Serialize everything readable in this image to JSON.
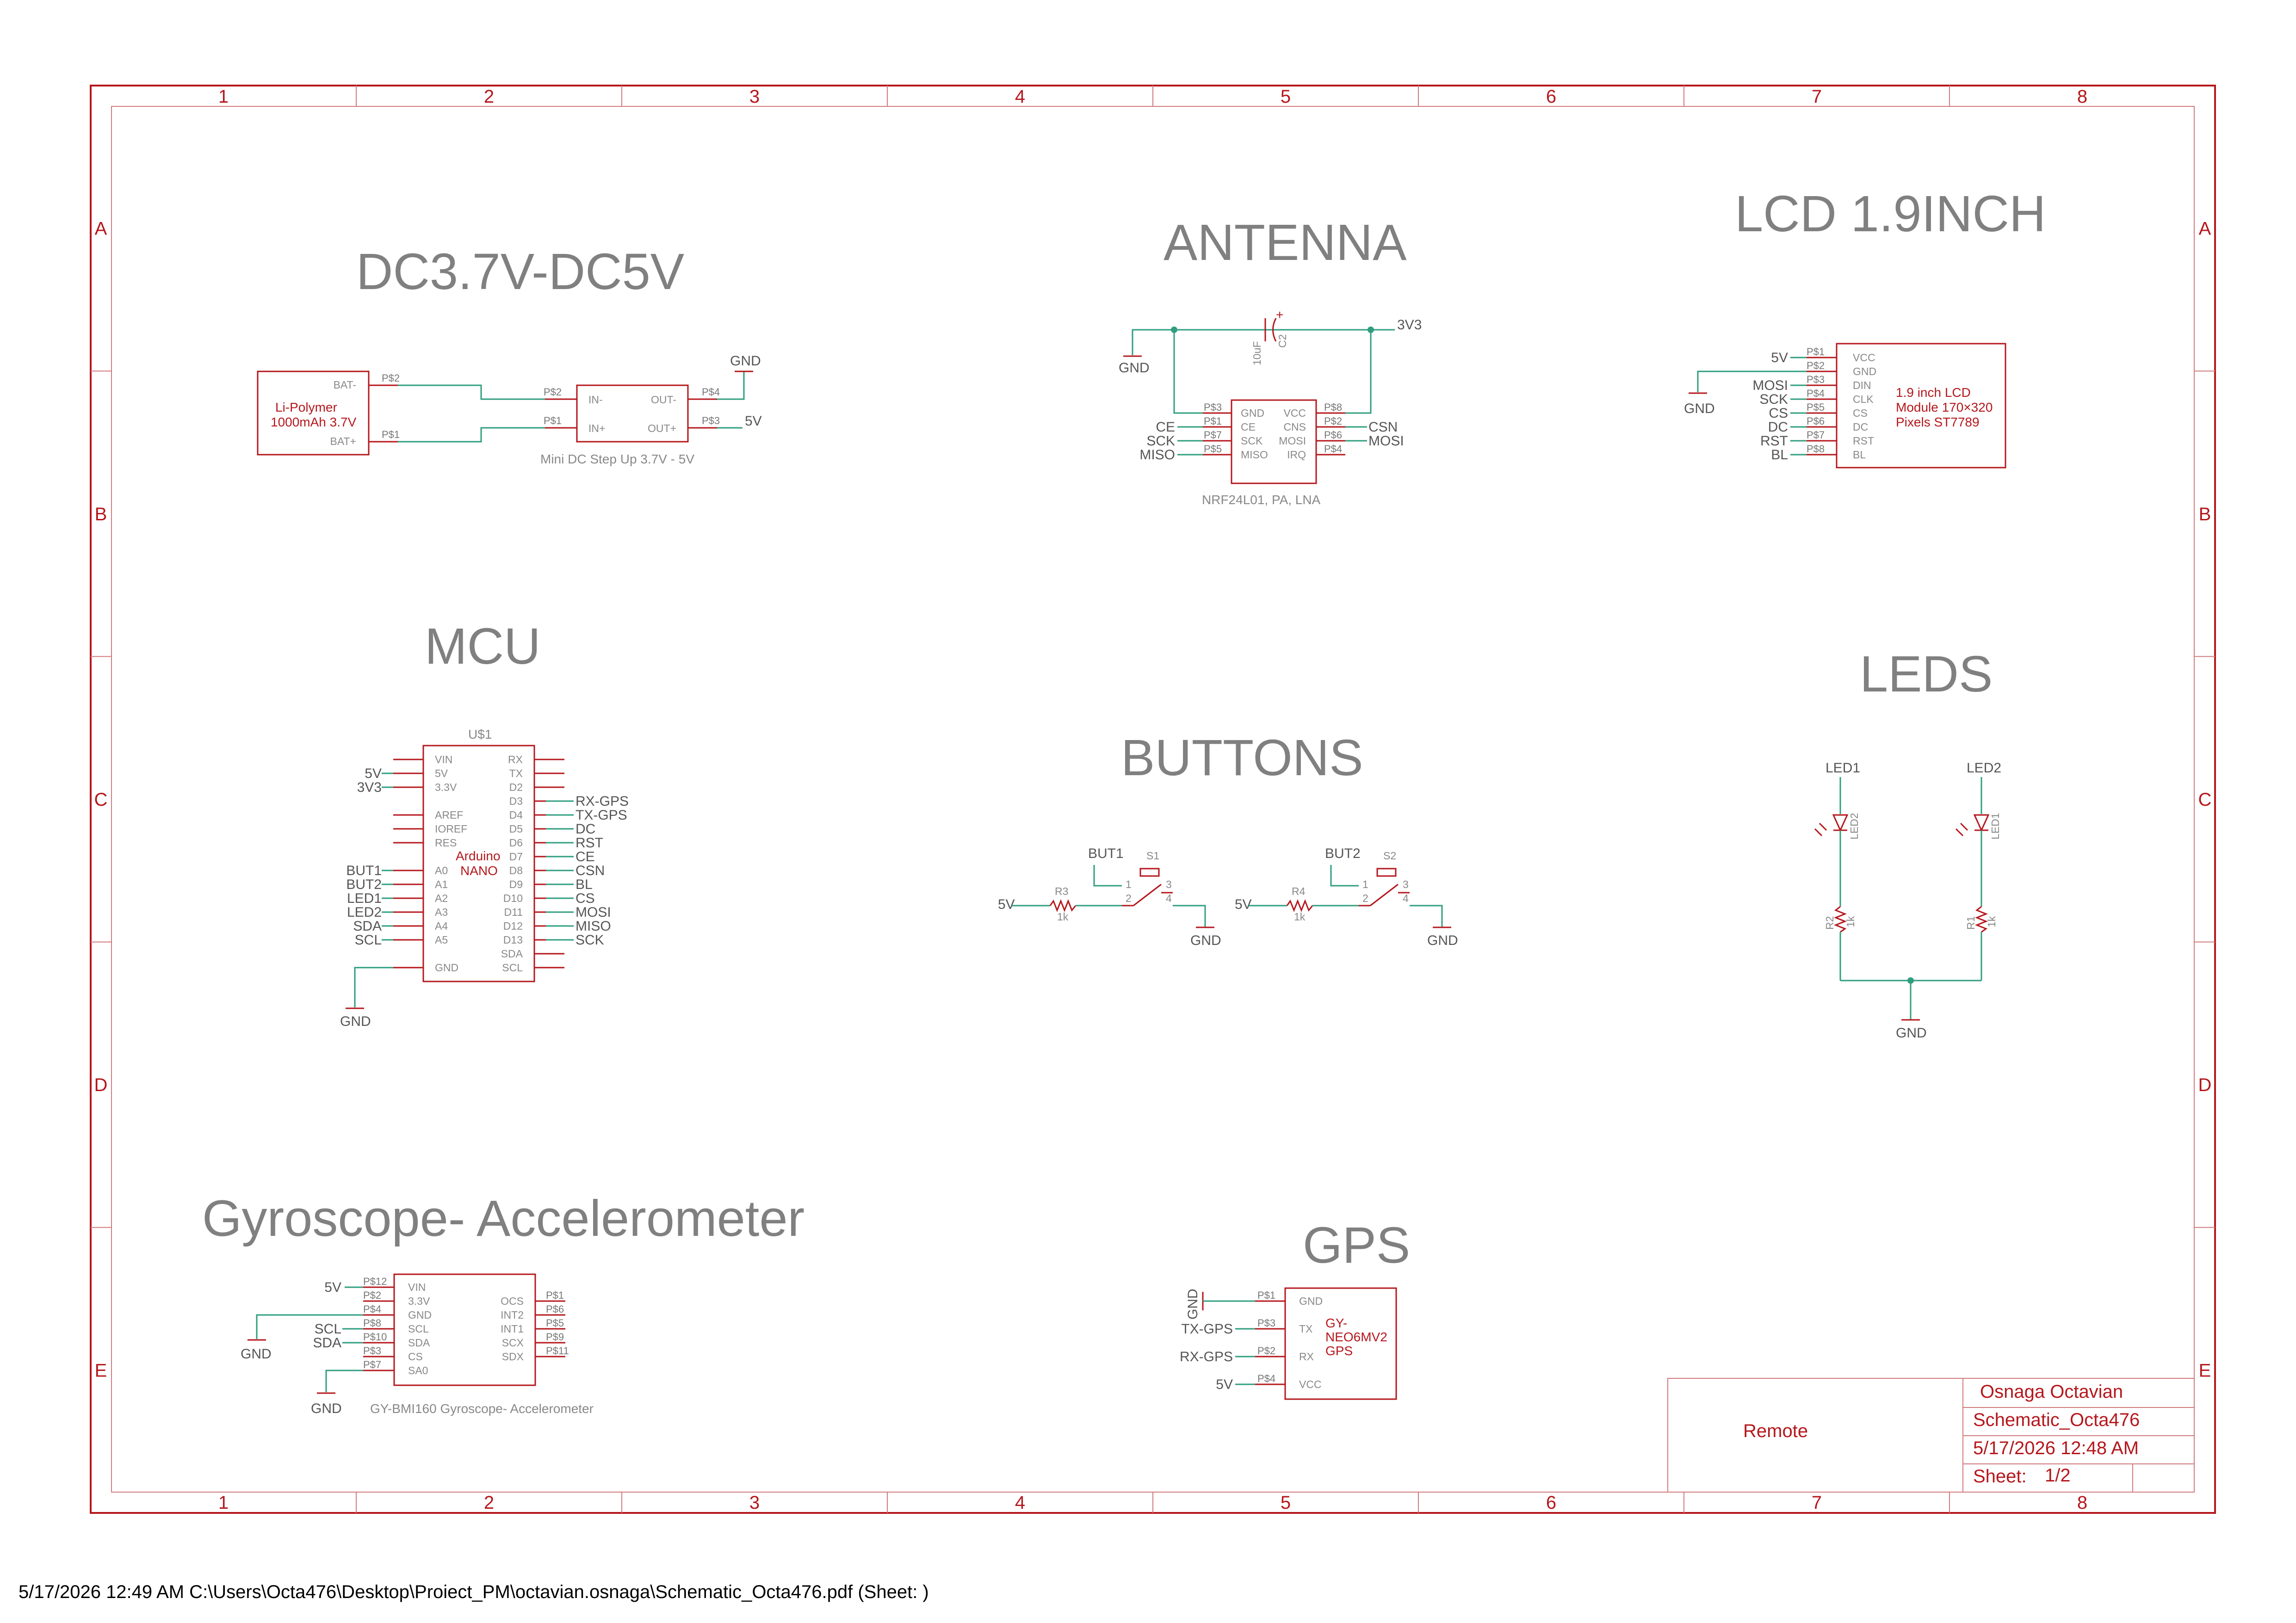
{
  "sheet": {
    "zones_x": [
      "1",
      "2",
      "3",
      "4",
      "5",
      "6",
      "7",
      "8"
    ],
    "zones_y": [
      "A",
      "B",
      "C",
      "D",
      "E"
    ],
    "colors": {
      "frame": "#b5171c",
      "wire": "#2e9e7f",
      "text": "#808080"
    }
  },
  "sections": {
    "power": "DC3.7V-DC5V",
    "antenna": "ANTENNA",
    "lcd": "LCD 1.9INCH",
    "mcu": "MCU",
    "buttons": "BUTTONS",
    "leds": "LEDS",
    "gyro": "Gyroscope- Accelerometer",
    "gps": "GPS"
  },
  "battery": {
    "name_line1": "Li-Polymer",
    "name_line2": "1000mAh 3.7V",
    "pin_neg": "BAT-",
    "pin_pos": "BAT+",
    "pad_neg": "P$2",
    "pad_pos": "P$1"
  },
  "stepup": {
    "caption": "Mini DC Step Up 3.7V - 5V",
    "pins": {
      "in_neg": "IN-",
      "in_pos": "IN+",
      "out_neg": "OUT-",
      "out_pos": "OUT+"
    },
    "pads": {
      "in_neg": "P$2",
      "in_pos": "P$1",
      "out_neg": "P$4",
      "out_pos": "P$3"
    },
    "net_gnd": "GND",
    "net_5v": "5V"
  },
  "radio": {
    "caption": "NRF24L01, PA, LNA",
    "left_pins": [
      "GND",
      "CE",
      "SCK",
      "MISO"
    ],
    "right_pins": [
      "VCC",
      "CNS",
      "MOSI",
      "IRQ"
    ],
    "left_pads": [
      "P$3",
      "P$1",
      "P$7",
      "P$5"
    ],
    "right_pads": [
      "P$8",
      "P$2",
      "P$6",
      "P$4"
    ],
    "left_nets": [
      "CE",
      "SCK",
      "MISO"
    ],
    "right_nets": [
      "CSN",
      "MOSI"
    ],
    "net_gnd": "GND",
    "net_3v3": "3V3",
    "cap_value": "10uF",
    "cap_ref": "C2",
    "cap_plus": "+"
  },
  "lcd": {
    "name_line1": "1.9 inch LCD",
    "name_line2": "Module 170×320",
    "name_line3": "Pixels ST7789",
    "pins": [
      "VCC",
      "GND",
      "DIN",
      "CLK",
      "CS",
      "DC",
      "RST",
      "BL"
    ],
    "pads": [
      "P$1",
      "P$2",
      "P$3",
      "P$4",
      "P$5",
      "P$6",
      "P$7",
      "P$8"
    ],
    "nets": [
      "5V",
      "",
      "MOSI",
      "SCK",
      "CS",
      "DC",
      "RST",
      "BL"
    ],
    "net_gnd": "GND"
  },
  "mcu": {
    "ref": "U$1",
    "name_line1": "Arduino",
    "name_line2": "NANO",
    "left_pins": [
      "VIN",
      "5V",
      "3.3V",
      "",
      "AREF",
      "IOREF",
      "RES",
      "",
      "A0",
      "A1",
      "A2",
      "A3",
      "A4",
      "A5",
      "",
      "GND"
    ],
    "right_pins": [
      "RX",
      "TX",
      "D2",
      "D3",
      "D4",
      "D5",
      "D6",
      "D7",
      "D8",
      "D9",
      "D10",
      "D11",
      "D12",
      "D13",
      "SDA",
      "SCL"
    ],
    "left_nets": [
      "",
      "5V",
      "3V3",
      "",
      "",
      "",
      "",
      "",
      "BUT1",
      "BUT2",
      "LED1",
      "LED2",
      "SDA",
      "SCL",
      "",
      ""
    ],
    "right_nets": [
      "",
      "",
      "",
      "RX-GPS",
      "TX-GPS",
      "DC",
      "RST",
      "CE",
      "CSN",
      "BL",
      "CS",
      "MOSI",
      "MISO",
      "SCK",
      "",
      ""
    ],
    "net_gnd": "GND"
  },
  "buttons": [
    {
      "net": "BUT1",
      "switch_ref": "S1",
      "res_ref": "R3",
      "res_val": "1k",
      "supply": "5V",
      "gnd": "GND",
      "pin1": "1",
      "pin2": "2",
      "pin3": "3",
      "pin4": "4"
    },
    {
      "net": "BUT2",
      "switch_ref": "S2",
      "res_ref": "R4",
      "res_val": "1k",
      "supply": "5V",
      "gnd": "GND",
      "pin1": "1",
      "pin2": "2",
      "pin3": "3",
      "pin4": "4"
    }
  ],
  "leds": [
    {
      "net": "LED1",
      "led_ref": "LED2",
      "res_ref": "R2",
      "res_val": "1k"
    },
    {
      "net": "LED2",
      "led_ref": "LED1",
      "res_ref": "R1",
      "res_val": "1k"
    }
  ],
  "leds_gnd": "GND",
  "gyro": {
    "caption": "GY-BMI160 Gyroscope- Accelerometer",
    "left_pins": [
      "VIN",
      "3.3V",
      "GND",
      "SCL",
      "SDA",
      "CS",
      "SA0"
    ],
    "left_pads": [
      "P$12",
      "P$2",
      "P$4",
      "P$8",
      "P$10",
      "P$3",
      "P$7"
    ],
    "left_nets": [
      "5V",
      "",
      "",
      "SCL",
      "SDA",
      "",
      ""
    ],
    "right_pins": [
      "OCS",
      "INT2",
      "INT1",
      "SCX",
      "SDX"
    ],
    "right_pads": [
      "P$1",
      "P$6",
      "P$5",
      "P$9",
      "P$11"
    ],
    "gnd1": "GND",
    "gnd2": "GND"
  },
  "gps": {
    "name_line1": "GY-",
    "name_line2": "NEO6MV2",
    "name_line3": "GPS",
    "pins": [
      "GND",
      "TX",
      "RX",
      "VCC"
    ],
    "pads": [
      "P$1",
      "P$3",
      "P$2",
      "P$4"
    ],
    "nets": [
      "GND",
      "TX-GPS",
      "RX-GPS",
      "5V"
    ]
  },
  "titleblock": {
    "project": "Remote",
    "author": "Osnaga Octavian",
    "file": "Schematic_Octa476",
    "datetime": "5/17/2026 12:48 AM",
    "sheet_label": "Sheet:",
    "sheet_value": "1/2"
  },
  "footer": "5/17/2026 12:49 AM  C:\\Users\\Octa476\\Desktop\\Proiect_PM\\octavian.osnaga\\Schematic_Octa476.pdf (Sheet: )"
}
